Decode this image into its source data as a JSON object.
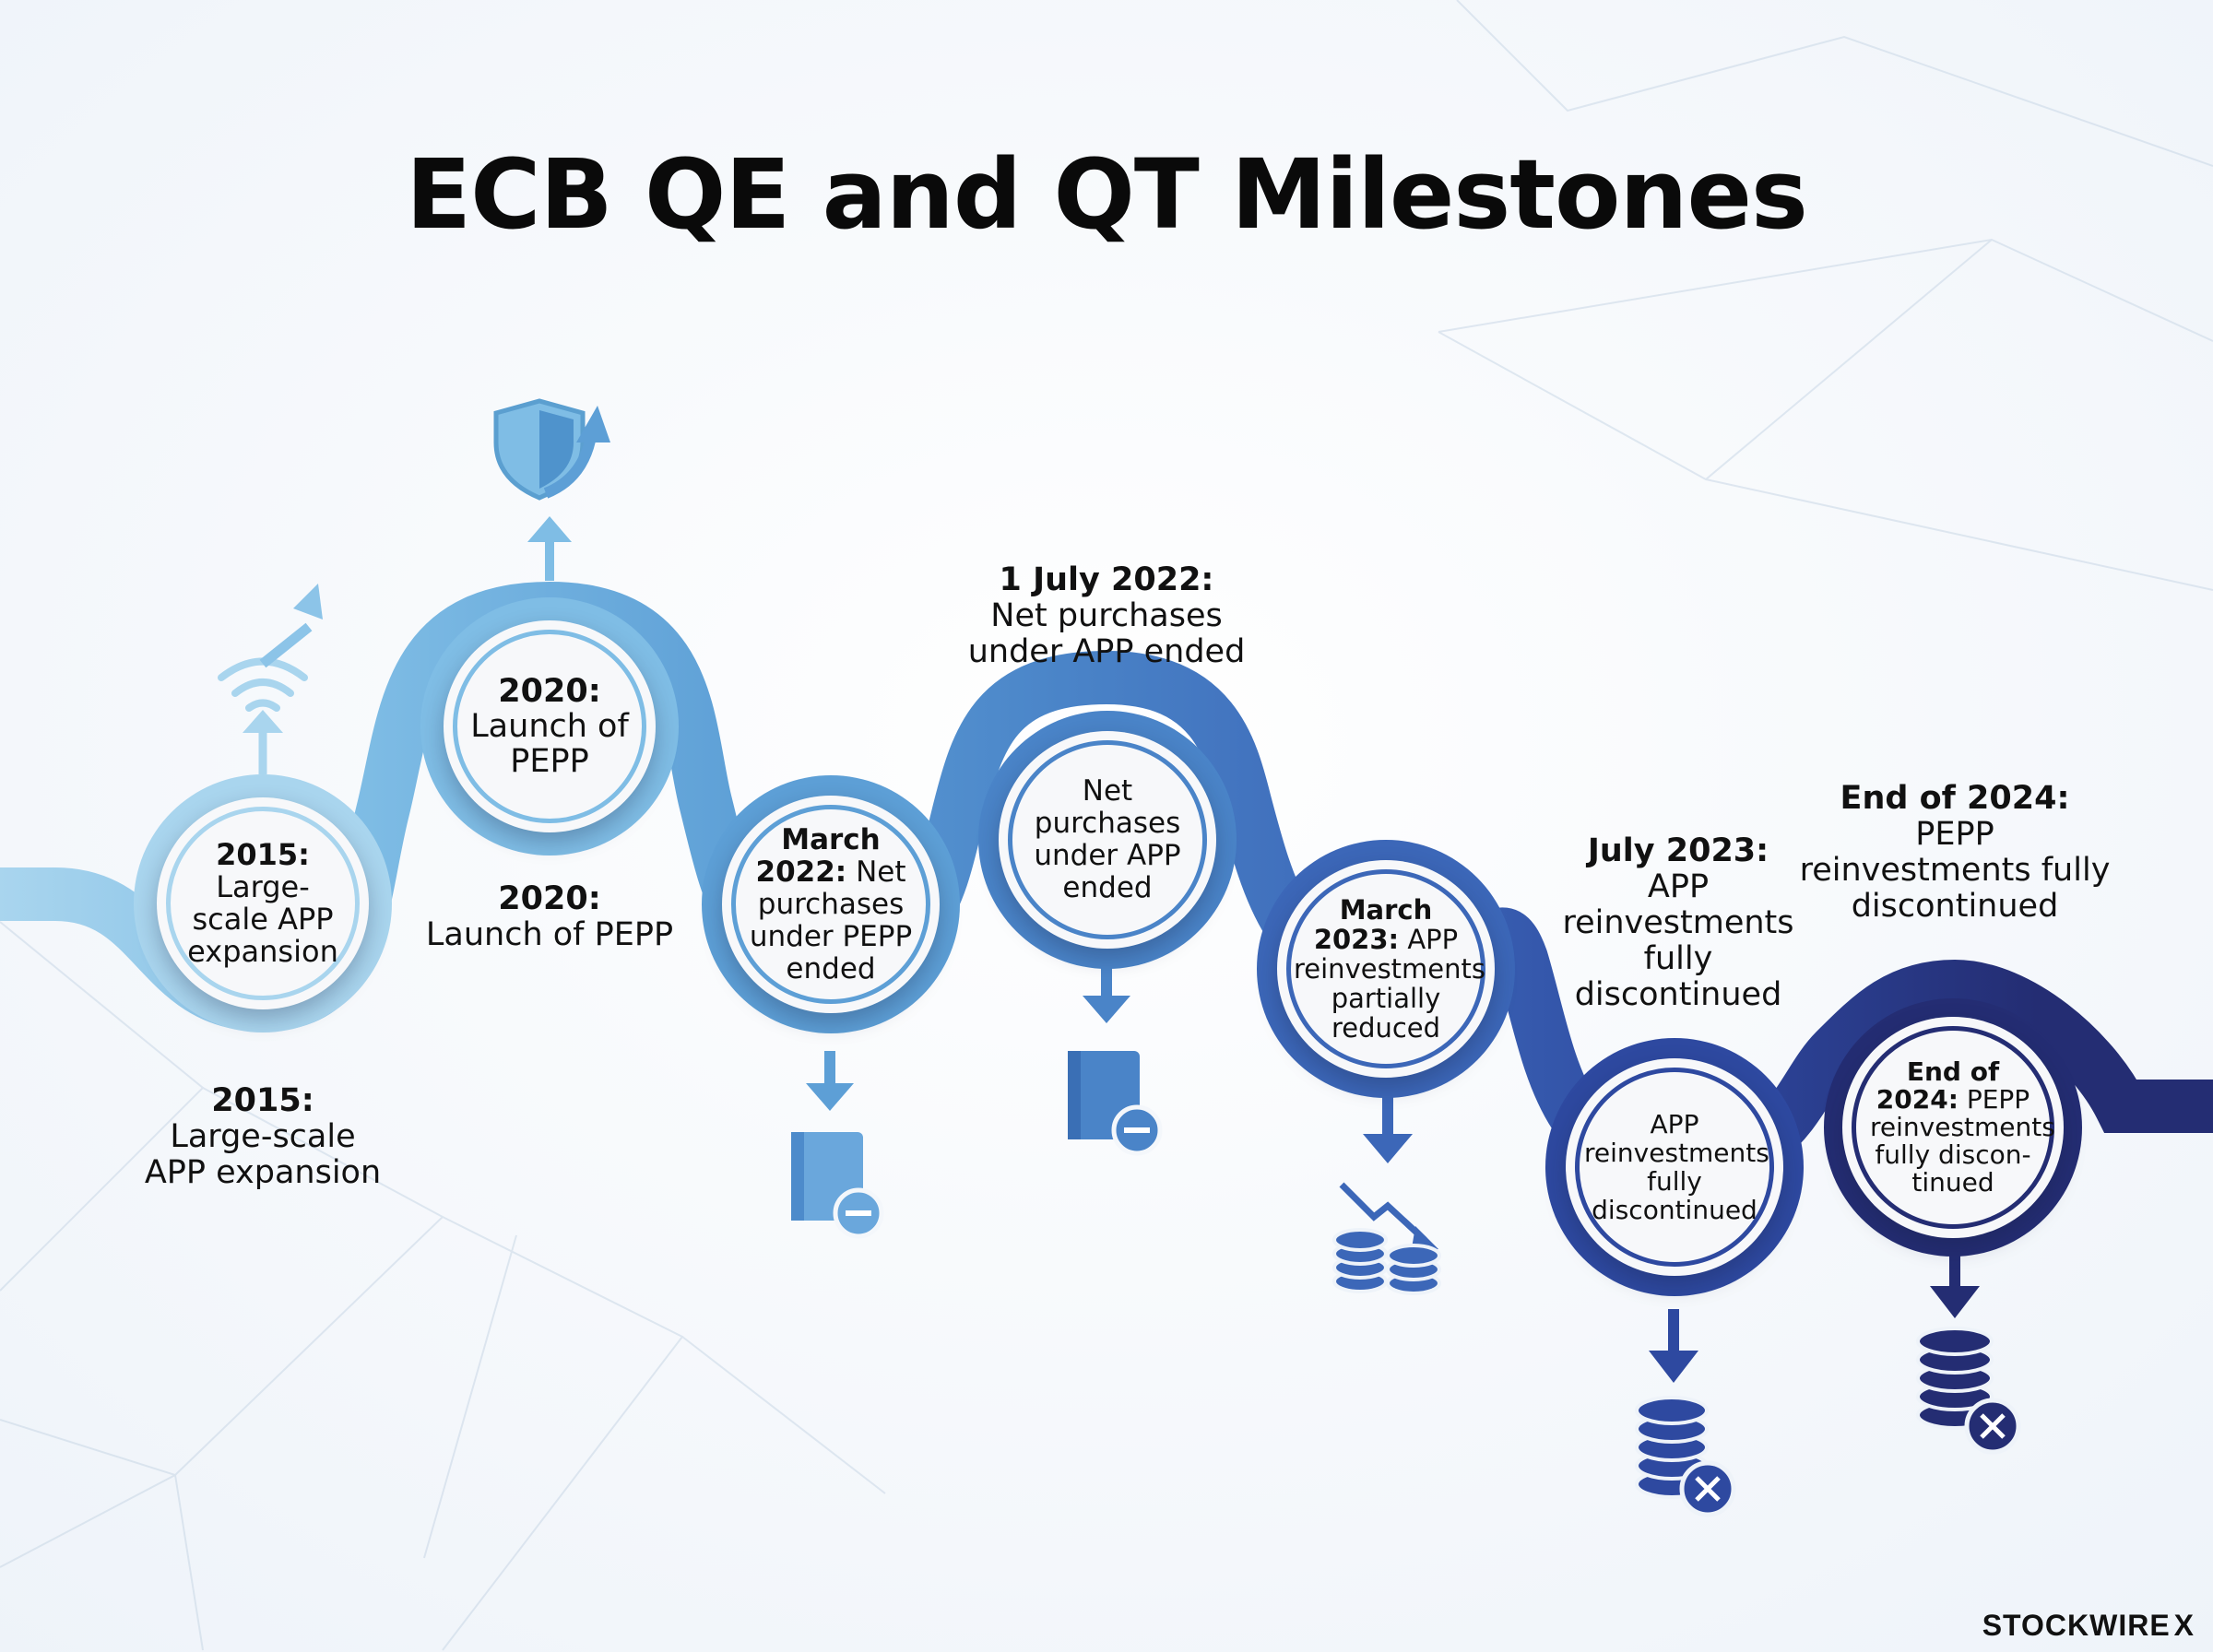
{
  "title": "ECB QE and QT Milestones",
  "colors": {
    "stage_1": "#a9d5ee",
    "stage_2": "#7fbde5",
    "stage_3": "#5d9fd6",
    "stage_4": "#4a84c8",
    "stage_5": "#3c67b8",
    "stage_6": "#2e49a0",
    "stage_7": "#242d73"
  },
  "milestones": [
    {
      "disc": {
        "bold": "2015:",
        "text": "Large-scale APP expansion"
      },
      "label": {
        "bold": "2015:",
        "lines": [
          "Large-scale",
          "APP expansion"
        ]
      },
      "icon": "wireless-signal-up-arrow-icon"
    },
    {
      "disc": {
        "bold": "2020:",
        "text": "Launch of PEPP"
      },
      "label": {
        "bold": "2020:",
        "lines": [
          "Launch of PEPP"
        ]
      },
      "icon": "shield-up-arrow-icon"
    },
    {
      "disc": {
        "bold": "March 2022:",
        "text": "Net purchases under PEPP ended"
      },
      "icon": "ledger-minus-icon"
    },
    {
      "disc": {
        "bold": "",
        "text": "Net purchases under APP ended"
      },
      "label": {
        "bold": "1 July 2022:",
        "lines": [
          "Net purchases",
          "under APP ended"
        ]
      },
      "icon": "ledger-minus-icon"
    },
    {
      "disc": {
        "bold": "March 2023:",
        "text": "APP reinvestments partially reduced"
      },
      "icon": "coins-down-trend-icon"
    },
    {
      "disc": {
        "bold": "",
        "text": "APP reinvestments fully discontinued"
      },
      "label": {
        "bold": "July 2023:",
        "lines": [
          "APP",
          "reinvestments",
          "fully",
          "discontinued"
        ]
      },
      "icon": "coin-stack-cancel-icon"
    },
    {
      "disc": {
        "bold": "End of 2024:",
        "text": "PEPP reinvestments fully discon-tinued"
      },
      "label": {
        "bold": "End of 2024:",
        "lines": [
          "PEPP",
          "reinvestments fully",
          "discontinued"
        ]
      },
      "icon": "coin-stack-cancel-icon"
    }
  ],
  "brand": {
    "name": "STOCKWIRE",
    "mark": "X"
  }
}
